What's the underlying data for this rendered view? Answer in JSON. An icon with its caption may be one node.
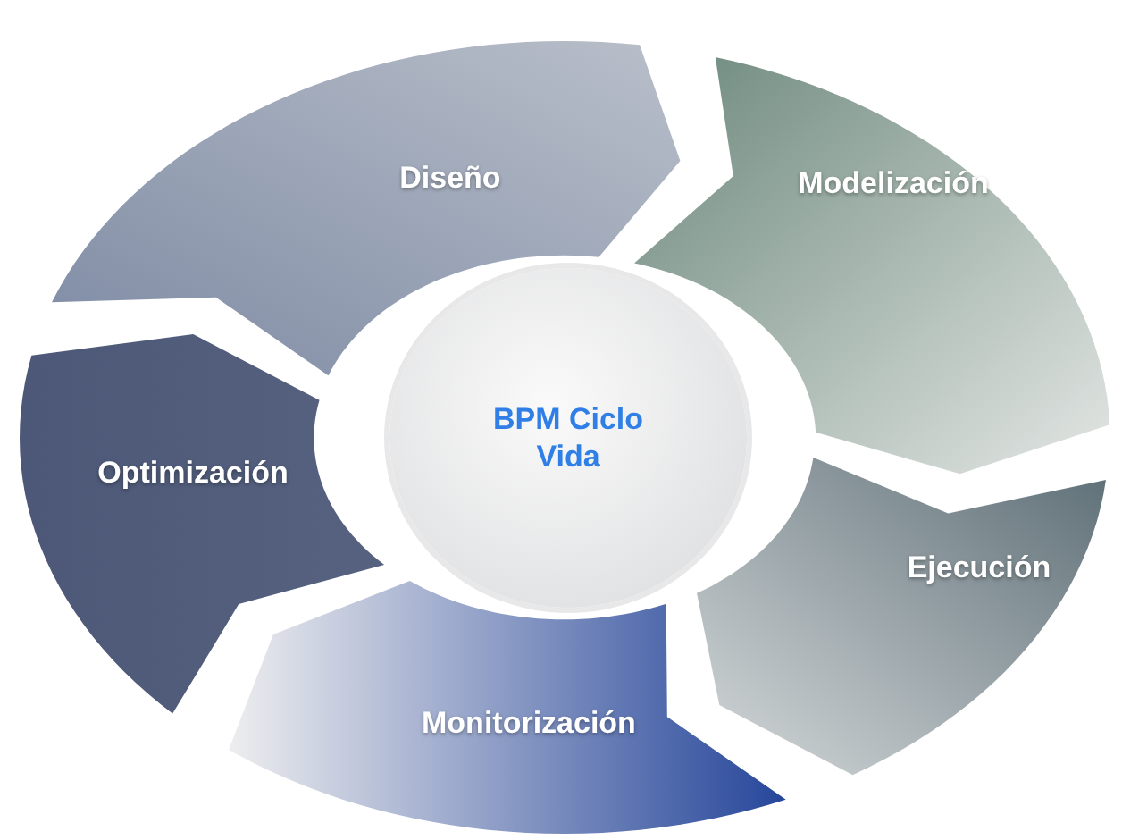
{
  "diagram": {
    "nodes": [
      {
        "text": [
          "Diseño"
        ]
      },
      {
        "text": [
          "Modelización"
        ]
      },
      {
        "text": [
          "BPM Ciclo Vida"
        ]
      },
      {
        "text": [
          "Optimización"
        ]
      },
      {
        "text": [
          "Ejecución"
        ]
      },
      {
        "text": [
          "Monitorización"
        ]
      }
    ]
  }
}
